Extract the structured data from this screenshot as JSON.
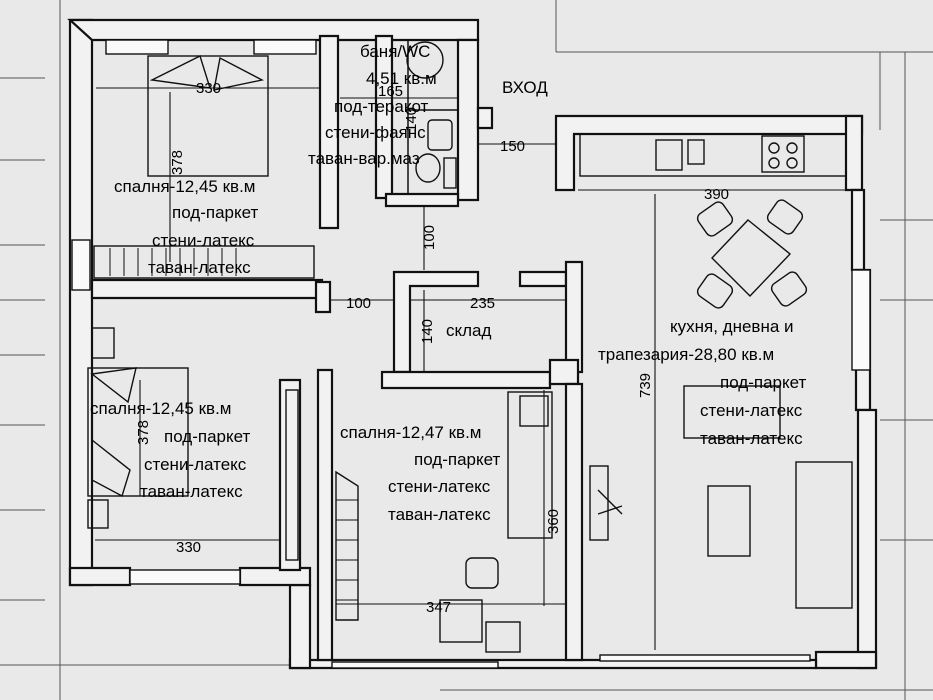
{
  "entrance": "ВХОД",
  "rooms": {
    "bedroom1": {
      "name": "спалня-12,45 кв.м",
      "floor": "под-паркет",
      "walls": "стени-латекс",
      "ceiling": "таван-латекс"
    },
    "bathroom": {
      "name": "баня/WC",
      "area": "4,51 кв.м",
      "floor": "под-теракот",
      "walls": "стени-фаянс",
      "ceiling": "таван-вар.маз"
    },
    "storage": {
      "name": "склад"
    },
    "bedroom2": {
      "name": "спалня-12,45 кв.м",
      "floor": "под-паркет",
      "walls": "стени-латекс",
      "ceiling": "таван-латекс"
    },
    "bedroom3": {
      "name": "спалня-12,47 кв.м",
      "floor": "под-паркет",
      "walls": "стени-латекс",
      "ceiling": "таван-латекс"
    },
    "kitchen": {
      "name_line1": "кухня, дневна и",
      "name_line2": "трапезария-28,80 кв.м",
      "floor": "под-паркет",
      "walls": "стени-латекс",
      "ceiling": "таван-латекс"
    }
  },
  "dimensions": {
    "bed1_width": "330",
    "bed1_depth": "378",
    "bath_width": "165",
    "bath_depth": "140",
    "hall_width": "150",
    "kitchen_width": "390",
    "kitchen_depth": "739",
    "corridor": "100",
    "corridor_h": "100",
    "storage_width": "235",
    "storage_depth": "140",
    "bed2_depth": "378",
    "bed2_width": "330",
    "bed3_depth": "360",
    "bed3_width": "347"
  }
}
